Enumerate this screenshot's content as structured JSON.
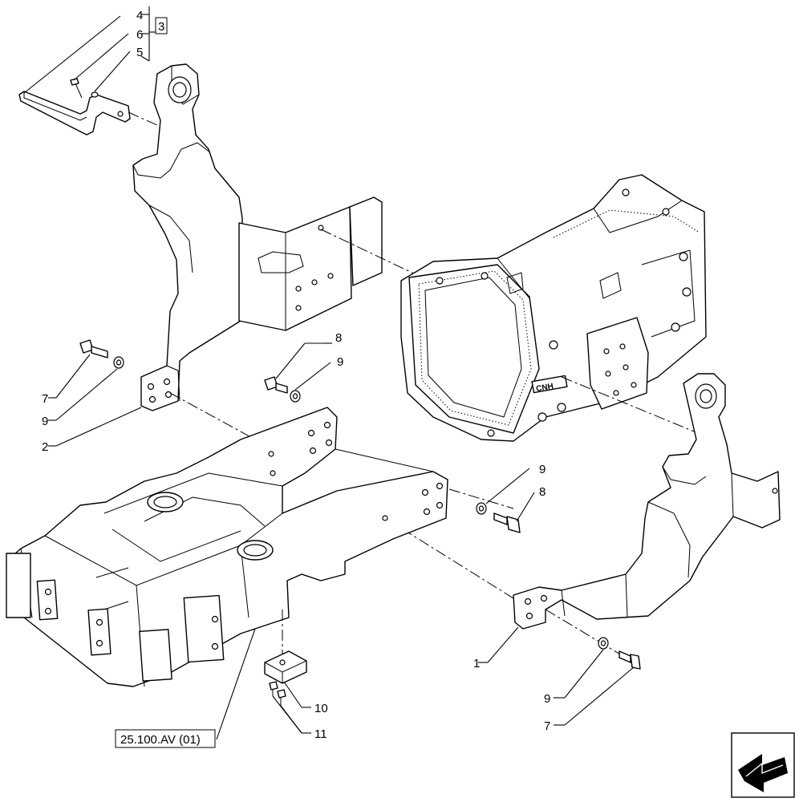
{
  "callouts": [
    {
      "id": "c4",
      "label": "4"
    },
    {
      "id": "c6",
      "label": "6"
    },
    {
      "id": "c5",
      "label": "5"
    },
    {
      "id": "c3",
      "label": "3"
    },
    {
      "id": "c8a",
      "label": "8"
    },
    {
      "id": "c9a",
      "label": "9"
    },
    {
      "id": "c7a",
      "label": "7"
    },
    {
      "id": "c9b",
      "label": "9"
    },
    {
      "id": "c2",
      "label": "2"
    },
    {
      "id": "c9c",
      "label": "9"
    },
    {
      "id": "c8b",
      "label": "8"
    },
    {
      "id": "c1",
      "label": "1"
    },
    {
      "id": "c9d",
      "label": "9"
    },
    {
      "id": "c7b",
      "label": "7"
    },
    {
      "id": "c10",
      "label": "10"
    },
    {
      "id": "c11",
      "label": "11"
    }
  ],
  "reference": "25.100.AV (01)",
  "icons": {
    "nav": "arrow-back-icon",
    "casting_text": "CNH"
  }
}
